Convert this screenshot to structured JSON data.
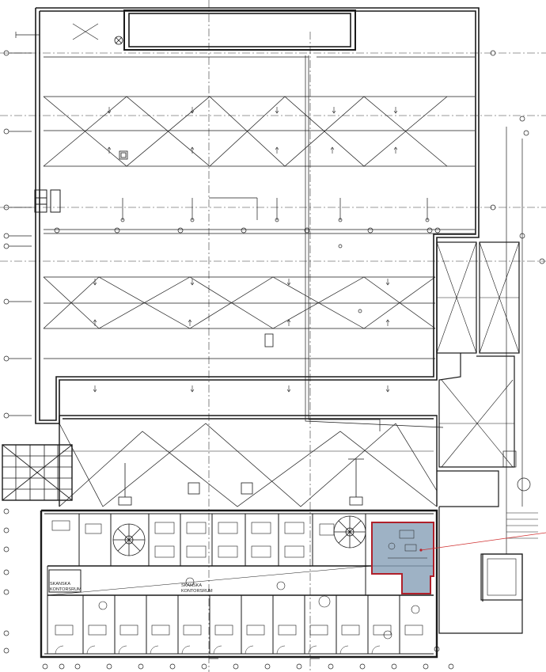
{
  "drawing": {
    "room_labels": [
      "SKANSKA",
      "KONTORSRUM",
      "SKANSKA",
      "KONTORSRUM"
    ],
    "colors": {
      "line": "#1a1a1a",
      "highlight_fill": "#8da4bb",
      "highlight_border": "#b0202a",
      "leader_line": "#d03030"
    }
  }
}
